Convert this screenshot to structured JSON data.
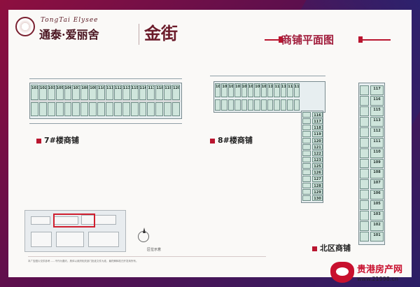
{
  "brand": {
    "english": "TongTai Elysee",
    "chinese": "通泰·爱丽舍",
    "product": "金街"
  },
  "title": "商铺平面图",
  "sections": {
    "b7": "7#楼商铺",
    "b8": "8#楼商铺",
    "north": "北区商铺"
  },
  "plan7": {
    "top": [
      "101",
      "102",
      "103",
      "105",
      "106",
      "107",
      "108",
      "109",
      "110",
      "111",
      "112",
      "113",
      "115",
      "116",
      "117",
      "118",
      "119",
      "120"
    ],
    "bottom": [
      "",
      "",
      "",
      "",
      "",
      "",
      "",
      "",
      "",
      "",
      "",
      "",
      "",
      "",
      "",
      "",
      "",
      ""
    ]
  },
  "plan8": {
    "top": [
      "101",
      "102",
      "103",
      "105",
      "106",
      "107",
      "108",
      "109",
      "110",
      "111",
      "112",
      "113",
      "115"
    ],
    "bottom": [
      "",
      "",
      "",
      "",
      "",
      "",
      "",
      "",
      "",
      "",
      "",
      "",
      ""
    ],
    "column": [
      "116",
      "117",
      "118",
      "119",
      "120",
      "121",
      "122",
      "123",
      "125",
      "126",
      "127",
      "128",
      "129",
      "130"
    ]
  },
  "planNorth": {
    "column": [
      "117",
      "116",
      "115",
      "113",
      "112",
      "111",
      "110",
      "109",
      "108",
      "107",
      "106",
      "105",
      "103",
      "102",
      "101"
    ]
  },
  "sitemap": {
    "location": "区位示意"
  },
  "footnote": "本广告图片仅供参考……不作为要约，具体以政府相关部门批准文件为准，最终解释权归开发商所有。",
  "watermark": {
    "site": "贵港房产网",
    "url": "www.21998.cn"
  },
  "colors": {
    "accent": "#b9162f",
    "unit": "#cfe5dc",
    "frame": "#8e0f3f"
  }
}
